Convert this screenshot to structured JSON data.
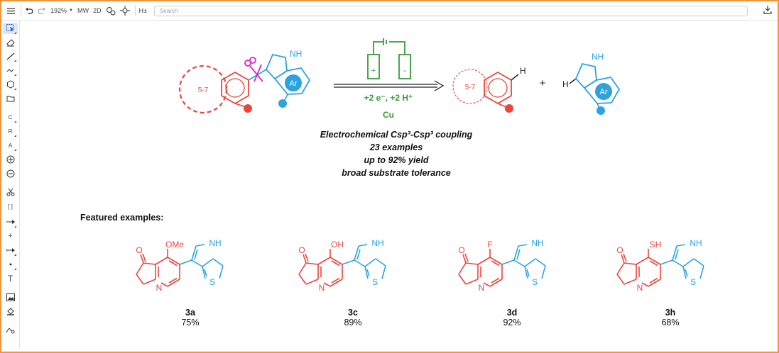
{
  "toolbar": {
    "zoom": "192%",
    "mw_label": "MW",
    "two_d_label": "2D",
    "h_label": "H±",
    "search_placeholder": "Search"
  },
  "left_tools": [
    {
      "name": "select-tool",
      "label": ""
    },
    {
      "name": "eraser-tool",
      "label": ""
    },
    {
      "name": "bond-tool",
      "label": ""
    },
    {
      "name": "chain-tool",
      "label": ""
    },
    {
      "name": "template-tool",
      "label": ""
    },
    {
      "name": "open-tool",
      "label": ""
    },
    {
      "name": "carbon-tool",
      "label": "C"
    },
    {
      "name": "r-group-tool",
      "label": "R"
    },
    {
      "name": "atom-tool",
      "label": "A"
    },
    {
      "name": "charge-plus-tool",
      "label": ""
    },
    {
      "name": "charge-minus-tool",
      "label": ""
    },
    {
      "name": "cut-tool",
      "label": ""
    },
    {
      "name": "bracket-tool",
      "label": "[ ]"
    },
    {
      "name": "arrow-tool",
      "label": ""
    },
    {
      "name": "plus-tool",
      "label": "+"
    },
    {
      "name": "multi-arrow-tool",
      "label": ""
    },
    {
      "name": "dot-tool",
      "label": ""
    },
    {
      "name": "text-tool",
      "label": "T"
    },
    {
      "name": "image-tool",
      "label": ""
    },
    {
      "name": "style-tool",
      "label": ""
    },
    {
      "name": "mapping-tool",
      "label": ""
    }
  ],
  "scheme": {
    "ring_size_label": "5-7",
    "nh_label": "NH",
    "ar_label": "Ar",
    "h_label": "H",
    "plus_sign": "+",
    "electrode_plus": "+",
    "electrode_minus": "-",
    "conditions_line1": "+2 e⁻, +2 H⁺",
    "conditions_line2": "Cu"
  },
  "caption": {
    "line1": "Electrochemical Csp³-Csp³ coupling",
    "line2": "23 examples",
    "line3": "up to 92% yield",
    "line4": "broad substrate tolerance"
  },
  "featured": {
    "title": "Featured examples:",
    "examples": [
      {
        "id": "3a",
        "yield": "75%",
        "substituent": "OMe"
      },
      {
        "id": "3c",
        "yield": "89%",
        "substituent": "OH"
      },
      {
        "id": "3d",
        "yield": "92%",
        "substituent": "F"
      },
      {
        "id": "3h",
        "yield": "68%",
        "substituent": "SH"
      }
    ],
    "atom_n": "N",
    "atom_o": "O",
    "atom_s": "S",
    "atom_nh": "NH"
  },
  "colors": {
    "frame": "#f0953a",
    "red": "#e8463c",
    "blue": "#2da3dd",
    "green": "#3a9a3a",
    "magenta": "#d629c9"
  }
}
